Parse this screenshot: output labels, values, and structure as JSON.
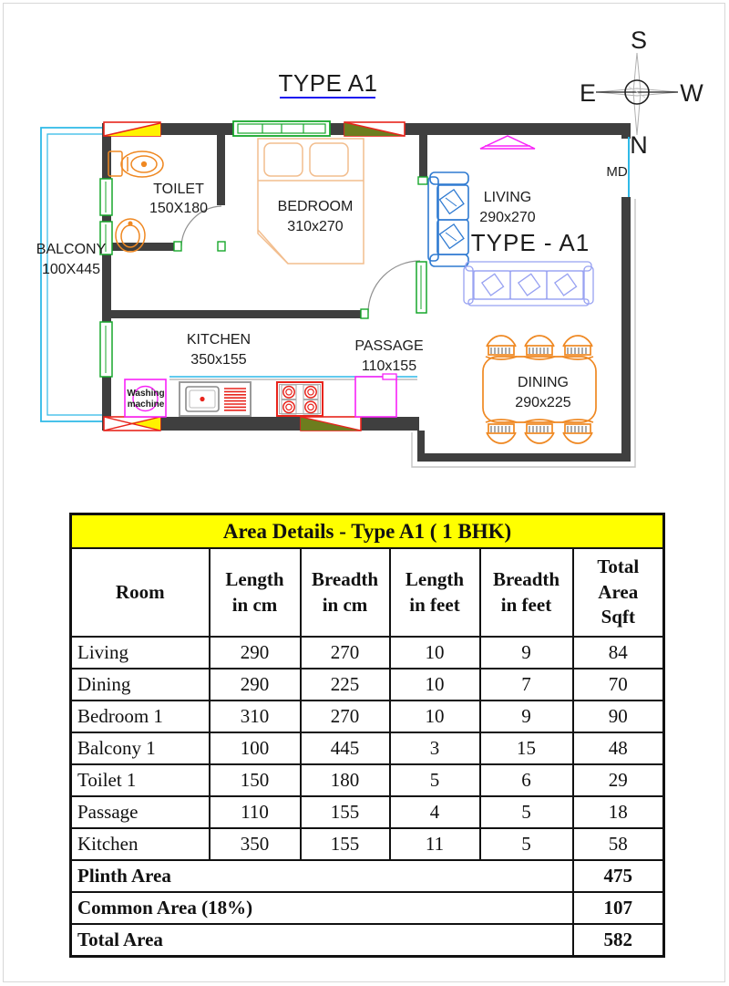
{
  "page": {
    "title": "TYPE A1"
  },
  "compass": {
    "top": "S",
    "left": "E",
    "right": "W",
    "bottom": "N"
  },
  "plan": {
    "type_label": "TYPE - A1",
    "main_door_label": "MD",
    "rooms": {
      "toilet": {
        "name": "TOILET",
        "size": "150X180"
      },
      "balcony": {
        "name": "BALCONY",
        "size": "100X445"
      },
      "bedroom": {
        "name": "BEDROOM",
        "size": "310x270"
      },
      "living": {
        "name": "LIVING",
        "size": "290x270"
      },
      "kitchen": {
        "name": "KITCHEN",
        "size": "350x155"
      },
      "passage": {
        "name": "PASSAGE",
        "size": "110x155"
      },
      "dining": {
        "name": "DINING",
        "size": "290x225"
      }
    },
    "washing_machine": {
      "line1": "Washing",
      "line2": "machine"
    }
  },
  "colors": {
    "title_blue": "#1a12f0",
    "magenta": "#ff22ff",
    "wall_gray": "#3f3f3f",
    "window_green": "#17a72b",
    "balcony_cyan": "#2fb9e8",
    "fixture_orange": "#ef8822",
    "bed_tan": "#f2bd8d",
    "sofa_blue": "#2e7ad1",
    "sofa_periwinkle": "#98a2f2",
    "marker_red": "#e8241c",
    "marker_yellow": "#fff200",
    "marker_olive": "#6d7d1e",
    "table_header_bg": "#ffff00"
  },
  "area_table": {
    "title": "Area Details - Type A1 ( 1 BHK)",
    "headers": [
      "Room",
      "Length\nin cm",
      "Breadth\nin cm",
      "Length\nin feet",
      "Breadth\nin feet",
      "Total\nArea\nSqft"
    ],
    "rows": [
      {
        "room": "Living",
        "length_cm": "290",
        "breadth_cm": "270",
        "length_ft": "10",
        "breadth_ft": "9",
        "total_sqft": "84"
      },
      {
        "room": "Dining",
        "length_cm": "290",
        "breadth_cm": "225",
        "length_ft": "10",
        "breadth_ft": "7",
        "total_sqft": "70"
      },
      {
        "room": "Bedroom 1",
        "length_cm": "310",
        "breadth_cm": "270",
        "length_ft": "10",
        "breadth_ft": "9",
        "total_sqft": "90"
      },
      {
        "room": "Balcony 1",
        "length_cm": "100",
        "breadth_cm": "445",
        "length_ft": "3",
        "breadth_ft": "15",
        "total_sqft": "48"
      },
      {
        "room": "Toilet 1",
        "length_cm": "150",
        "breadth_cm": "180",
        "length_ft": "5",
        "breadth_ft": "6",
        "total_sqft": "29"
      },
      {
        "room": "Passage",
        "length_cm": "110",
        "breadth_cm": "155",
        "length_ft": "4",
        "breadth_ft": "5",
        "total_sqft": "18"
      },
      {
        "room": "Kitchen",
        "length_cm": "350",
        "breadth_cm": "155",
        "length_ft": "11",
        "breadth_ft": "5",
        "total_sqft": "58"
      }
    ],
    "summary": [
      {
        "label": "Plinth Area",
        "value": "475"
      },
      {
        "label": "Common Area (18%)",
        "value": "107"
      },
      {
        "label": "Total Area",
        "value": "582"
      }
    ]
  }
}
